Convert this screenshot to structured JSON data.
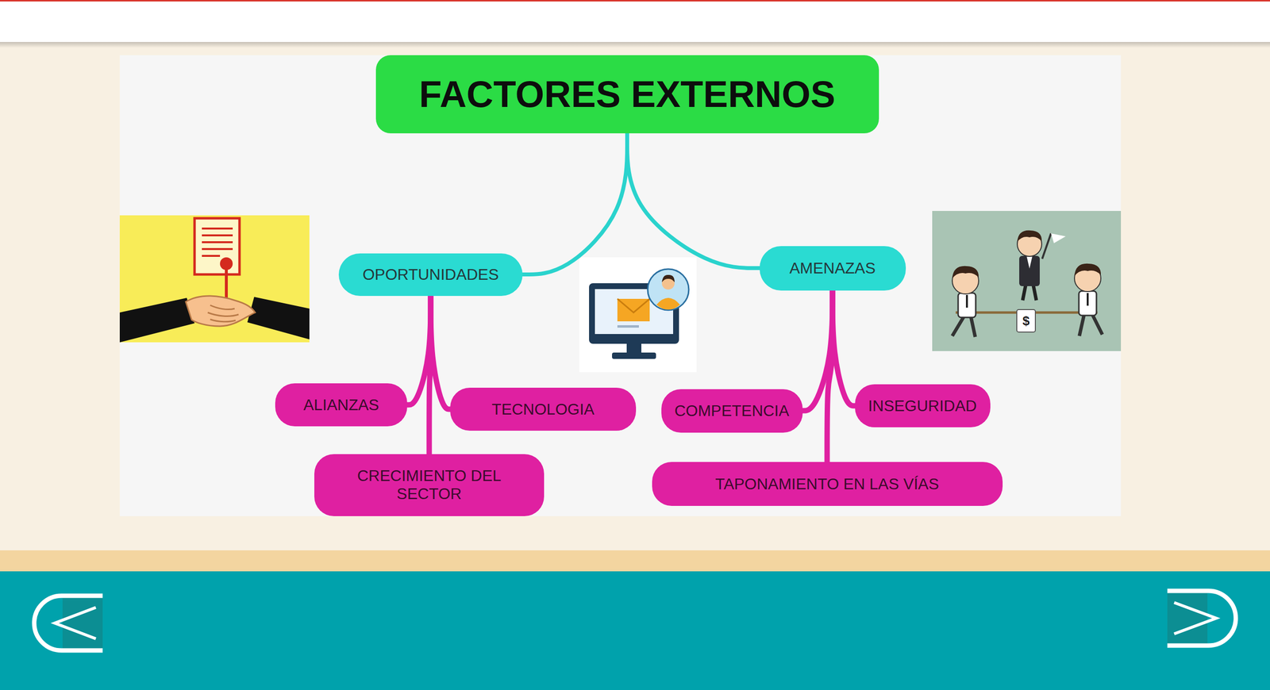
{
  "diagram": {
    "nodes": [
      {
        "text": [
          "FACTORES EXTERNOS"
        ]
      },
      {
        "text": [
          "OPORTUNIDADES"
        ]
      },
      {
        "text": [
          "AMENAZAS"
        ]
      },
      {
        "text": [
          "ALIANZAS"
        ]
      },
      {
        "text": [
          "TECNOLOGIA"
        ]
      },
      {
        "text": [
          "COMPETENCIA"
        ]
      },
      {
        "text": [
          "INSEGURIDAD"
        ]
      },
      {
        "text": [
          "CRECIMIENTO DEL SECTOR"
        ]
      },
      {
        "text": [
          "TAPONAMIENTO EN LAS VÍAS"
        ]
      }
    ],
    "edges": [
      {
        "from": 0,
        "to": 1,
        "arrow": "none"
      },
      {
        "from": 0,
        "to": 2,
        "arrow": "none"
      },
      {
        "from": 1,
        "to": 3,
        "arrow": "none"
      },
      {
        "from": 1,
        "to": 4,
        "arrow": "none"
      },
      {
        "from": 1,
        "to": 7,
        "arrow": "none"
      },
      {
        "from": 2,
        "to": 5,
        "arrow": "none"
      },
      {
        "from": 2,
        "to": 6,
        "arrow": "none"
      },
      {
        "from": 2,
        "to": 8,
        "arrow": "none"
      }
    ],
    "labels": [
      "$"
    ]
  }
}
